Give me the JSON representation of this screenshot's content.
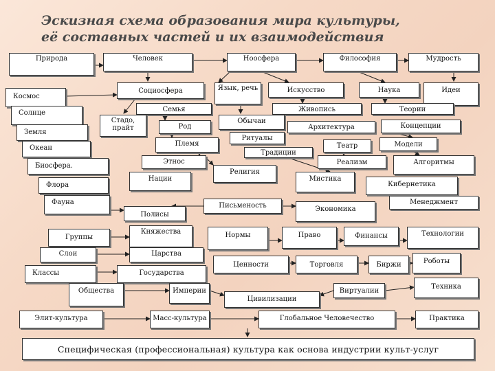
{
  "title": {
    "line1": "Эскизная схема образования мира культуры,",
    "line2": "её составных частей и их взаимодействия"
  },
  "nodes": [
    {
      "id": "priroda",
      "label": "Природа"
    },
    {
      "id": "chelovek",
      "label": "Человек"
    },
    {
      "id": "noosfera",
      "label": "Ноосфера"
    },
    {
      "id": "filosofiya",
      "label": "Философия"
    },
    {
      "id": "mudrost",
      "label": "Мудрость"
    },
    {
      "id": "kosmos",
      "label": "Космос"
    },
    {
      "id": "sociosfera",
      "label": "Социосфера"
    },
    {
      "id": "yazyk",
      "label": "Язык, речь"
    },
    {
      "id": "iskusstvo",
      "label": "Искусство"
    },
    {
      "id": "nauka",
      "label": "Наука"
    },
    {
      "id": "idei",
      "label": "Идеи"
    },
    {
      "id": "solnce",
      "label": "Солнце"
    },
    {
      "id": "semya",
      "label": "Семья"
    },
    {
      "id": "zhivopis",
      "label": "Живопись"
    },
    {
      "id": "teorii",
      "label": "Теории"
    },
    {
      "id": "zemlya",
      "label": "Земля"
    },
    {
      "id": "stado",
      "label": "Стадо, прайт"
    },
    {
      "id": "rod",
      "label": "Род"
    },
    {
      "id": "obychai",
      "label": "Обычаи"
    },
    {
      "id": "arhitektura",
      "label": "Архитектура"
    },
    {
      "id": "koncepcii",
      "label": "Концепции"
    },
    {
      "id": "okean",
      "label": "Океан"
    },
    {
      "id": "plemya",
      "label": "Племя"
    },
    {
      "id": "ritualy",
      "label": "Ритуалы"
    },
    {
      "id": "teatr",
      "label": "Театр"
    },
    {
      "id": "modeli",
      "label": "Модели"
    },
    {
      "id": "tradicii",
      "label": "Традиции"
    },
    {
      "id": "biosfera",
      "label": "Биосфера."
    },
    {
      "id": "etnos",
      "label": "Этнос"
    },
    {
      "id": "realizm",
      "label": "Реализм"
    },
    {
      "id": "algoritmy",
      "label": "Алгоритмы"
    },
    {
      "id": "religiya",
      "label": "Религия"
    },
    {
      "id": "flora",
      "label": "Флора"
    },
    {
      "id": "nacii",
      "label": "Нации"
    },
    {
      "id": "mistika",
      "label": "Мистика"
    },
    {
      "id": "kibernetika",
      "label": "Кибернетика"
    },
    {
      "id": "fauna",
      "label": "Фауна"
    },
    {
      "id": "pismennost",
      "label": "Письменость"
    },
    {
      "id": "menedzhment",
      "label": "Менеджмент"
    },
    {
      "id": "ekonomika",
      "label": "Экономика"
    },
    {
      "id": "polisy",
      "label": "Полисы"
    },
    {
      "id": "knyazhestva",
      "label": "Княжества"
    },
    {
      "id": "gruppy",
      "label": "Группы"
    },
    {
      "id": "normy",
      "label": "Нормы"
    },
    {
      "id": "pravo",
      "label": "Право"
    },
    {
      "id": "finansy",
      "label": "Финансы"
    },
    {
      "id": "tehnologii",
      "label": "Технологии"
    },
    {
      "id": "sloi",
      "label": "Слои"
    },
    {
      "id": "carstva",
      "label": "Царства"
    },
    {
      "id": "cennosti",
      "label": "Ценности"
    },
    {
      "id": "torgovlya",
      "label": "Торговля"
    },
    {
      "id": "birzhi",
      "label": "Биржи"
    },
    {
      "id": "roboty",
      "label": "Роботы"
    },
    {
      "id": "klassy",
      "label": "Классы"
    },
    {
      "id": "gosudarstva",
      "label": "Государства"
    },
    {
      "id": "obshchestva",
      "label": "Общества"
    },
    {
      "id": "imperii",
      "label": "Империи"
    },
    {
      "id": "virtualii",
      "label": "Виртуалии"
    },
    {
      "id": "tehnika",
      "label": "Техника"
    },
    {
      "id": "civilizacii",
      "label": "Цивилизации"
    },
    {
      "id": "elit",
      "label": "Элит-культура"
    },
    {
      "id": "mass",
      "label": "Масс-культура"
    },
    {
      "id": "global",
      "label": "Глобальное Человечество"
    },
    {
      "id": "praktika",
      "label": "Практика"
    }
  ],
  "footer": "Специфическая (профессиональная) культура как основа индустрии культ-услуг"
}
